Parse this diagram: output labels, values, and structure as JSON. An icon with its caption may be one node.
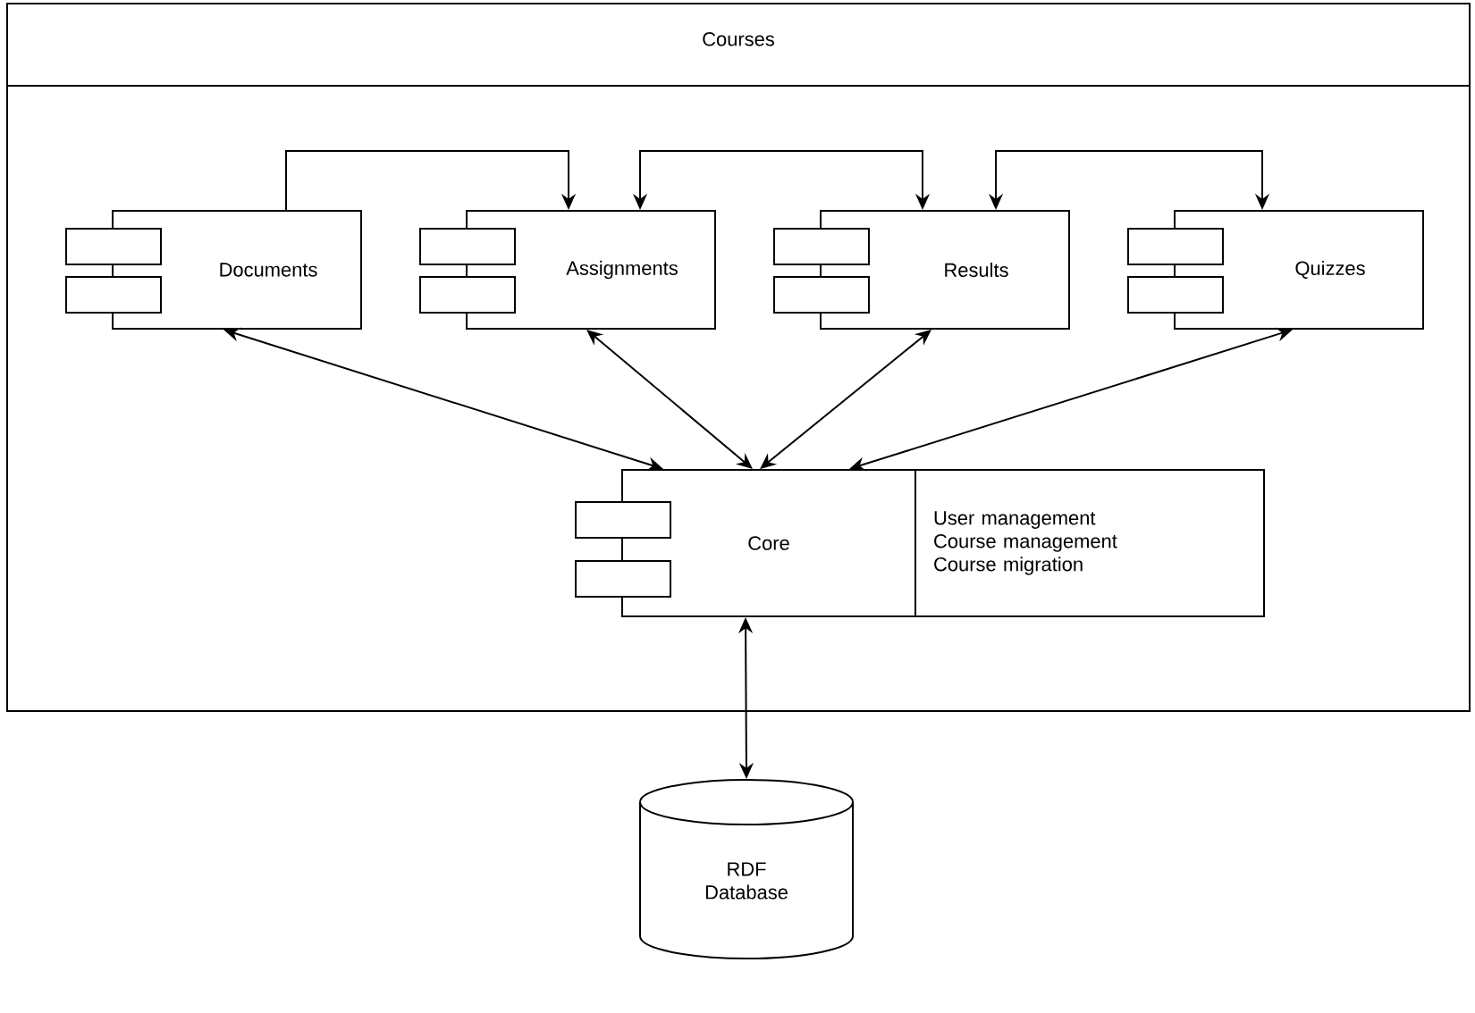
{
  "diagram": {
    "nodes": [
      {
        "text": [
          "Courses"
        ]
      },
      {
        "text": [
          "Documents"
        ],
        "in": 0
      },
      {
        "text": [
          "Assignments"
        ],
        "in": 0
      },
      {
        "text": [
          "Results"
        ],
        "in": 0
      },
      {
        "text": [
          "Quizzes"
        ],
        "in": 0
      },
      {
        "text": [
          "Core"
        ],
        "in": 0
      },
      {
        "text": [
          "User management",
          "Course management",
          "Course migration"
        ],
        "in": 0
      },
      {
        "text": [
          "RDF Database"
        ]
      }
    ],
    "edges": [
      {
        "from": 1,
        "to": 2,
        "arrow": "to"
      },
      {
        "from": 2,
        "to": 3,
        "arrow": "both"
      },
      {
        "from": 3,
        "to": 4,
        "arrow": "both"
      },
      {
        "from": 1,
        "to": 5,
        "arrow": "both"
      },
      {
        "from": 2,
        "to": 5,
        "arrow": "both"
      },
      {
        "from": 3,
        "to": 5,
        "arrow": "both"
      },
      {
        "from": 4,
        "to": 5,
        "arrow": "both"
      },
      {
        "from": 5,
        "to": 7,
        "arrow": "both"
      }
    ]
  }
}
